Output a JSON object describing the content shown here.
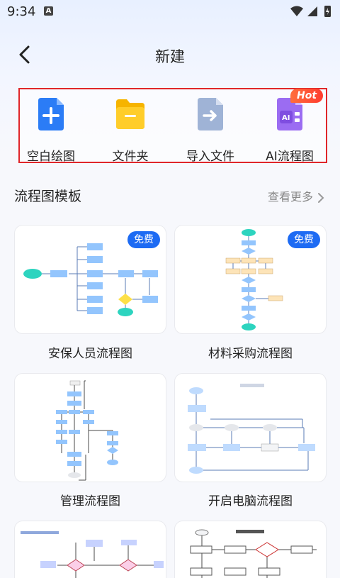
{
  "status_bar": {
    "time": "9:34",
    "notification_letter": "A"
  },
  "header": {
    "title": "新建"
  },
  "quick_actions": [
    {
      "label": "空白绘图",
      "icon": "plus-file-icon"
    },
    {
      "label": "文件夹",
      "icon": "folder-icon"
    },
    {
      "label": "导入文件",
      "icon": "import-file-icon"
    },
    {
      "label": "AI流程图",
      "icon": "ai-flowchart-icon",
      "badge": "Hot"
    }
  ],
  "templates_section": {
    "title": "流程图模板",
    "more_label": "查看更多"
  },
  "templates": [
    {
      "title": "安保人员流程图",
      "badge": "免费"
    },
    {
      "title": "材料采购流程图",
      "badge": "免费"
    },
    {
      "title": "管理流程图"
    },
    {
      "title": "开启电脑流程图"
    },
    {
      "title": ""
    },
    {
      "title": ""
    }
  ],
  "colors": {
    "accent": "#1d6bf3",
    "highlight_border": "#e0262a",
    "hot_badge": "#ff4a33"
  }
}
